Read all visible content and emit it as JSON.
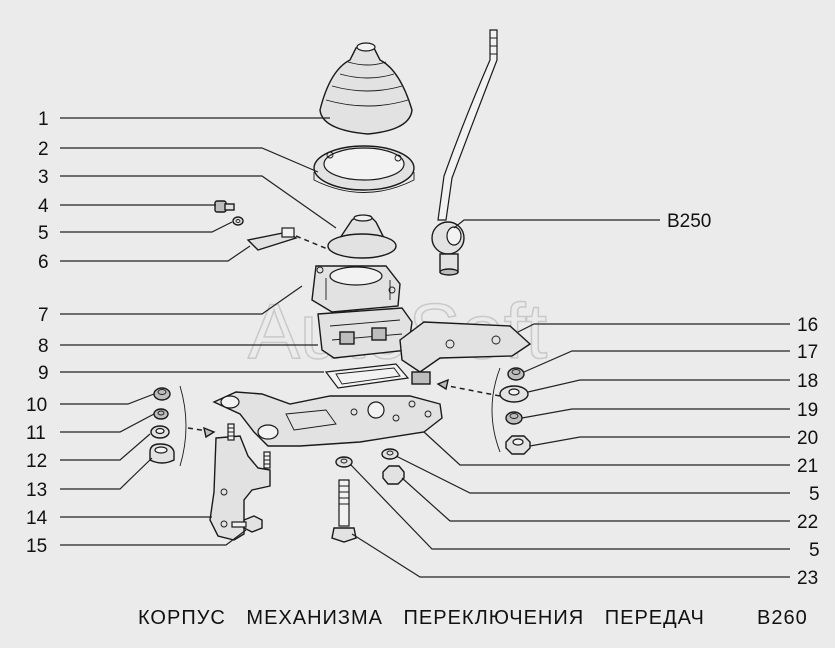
{
  "title": "КОРПУС МЕХАНИЗМА ПЕРЕКЛЮЧЕНИЯ ПЕРЕДАЧ",
  "page_code": "B260",
  "reference": "B250",
  "watermark": "AutoSoft",
  "callouts": {
    "n1": "1",
    "n2": "2",
    "n3": "3",
    "n4": "4",
    "n5": "5",
    "n6": "6",
    "n7": "7",
    "n8": "8",
    "n9": "9",
    "n10": "10",
    "n11": "11",
    "n12": "12",
    "n13": "13",
    "n14": "14",
    "n15": "15",
    "n16": "16",
    "n17": "17",
    "n18": "18",
    "n19": "19",
    "n20": "20",
    "n21": "21",
    "n5b": "5",
    "n22": "22",
    "n5c": "5",
    "n23": "23"
  }
}
